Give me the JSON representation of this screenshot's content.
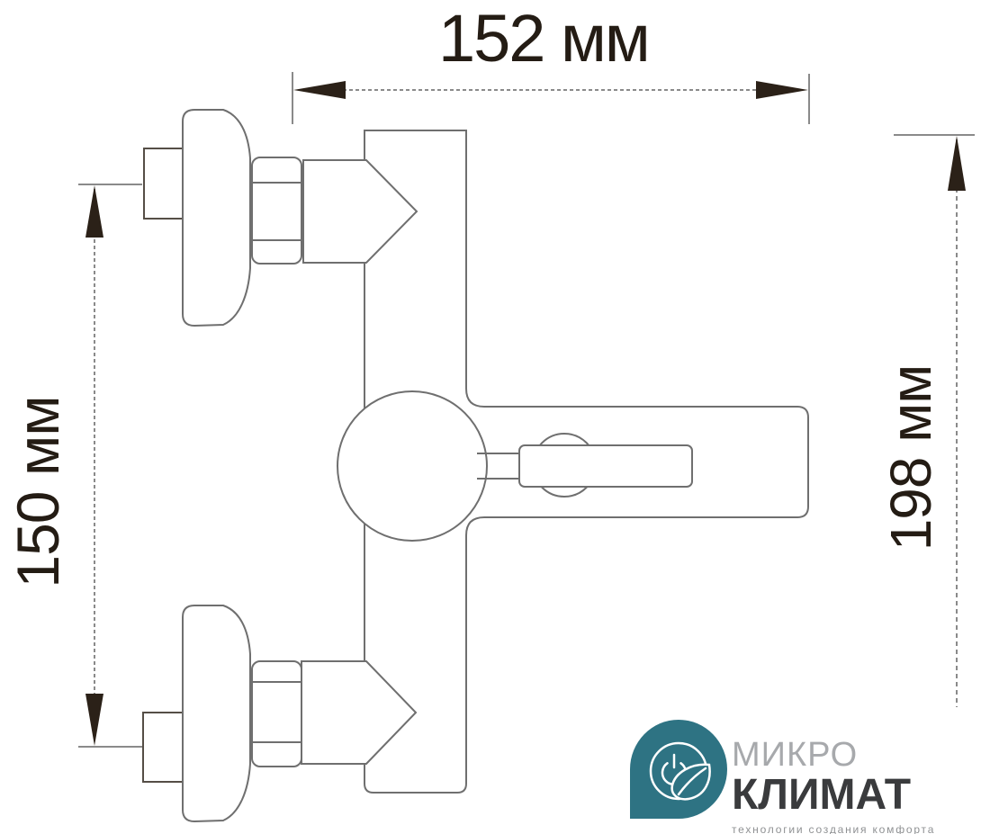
{
  "dimensions": {
    "width_label": "152 мм",
    "connection_label": "150 мм",
    "height_label": "198 мм"
  },
  "logo": {
    "brand_top": "МИКРО",
    "brand_bottom": "КЛИМАТ",
    "tagline": "технологии создания комфорта",
    "accent_color": "#2e7383",
    "brand_top_color": "#a7a9ac",
    "brand_bottom_color": "#3a3b3d",
    "tagline_color": "#8f9193"
  },
  "drawing": {
    "subject": "wall-mounted bath mixer faucet, front technical view",
    "line_color": "#6f6f6f",
    "dimension_line_color": "#8a8a8a",
    "arrow_color": "#2b2118",
    "label_color": "#241c14"
  }
}
